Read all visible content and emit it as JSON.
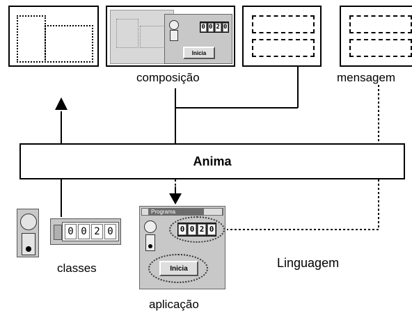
{
  "labels": {
    "composicao": "composição",
    "mensagem": "mensagem",
    "anima": "Anima",
    "classes": "classes",
    "linguagem": "Linguagem",
    "aplicacao": "aplicação"
  },
  "components": {
    "counter_digits": [
      "0",
      "0",
      "2",
      "0"
    ],
    "inicia_button": "Inicia",
    "window_title": "Programa"
  },
  "colors": {
    "line": "#000000",
    "window_gray": "#c8c8c8",
    "counter_bg": "#2b2b2b"
  }
}
